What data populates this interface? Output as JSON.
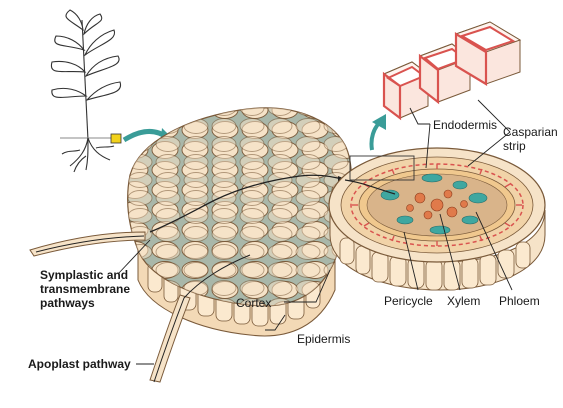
{
  "labels": {
    "endodermis": "Endodermis",
    "casparian_line1": "Casparian",
    "casparian_line2": "strip",
    "symplastic_line1": "Symplastic and",
    "symplastic_line2": "transmembrane",
    "symplastic_line3": "pathways",
    "cortex": "Cortex",
    "epidermis": "Epidermis",
    "pericycle": "Pericycle",
    "xylem": "Xylem",
    "phloem": "Phloem",
    "apoplast": "Apoplast pathway"
  },
  "colors": {
    "cell_fill": "#f6e3c8",
    "cell_stroke": "#7a5a3a",
    "epidermis_fill": "#fbe9cf",
    "intercellular": "#a9b7a9",
    "casparian_red": "#d9534f",
    "xylem": "#e07a4a",
    "phloem": "#3fa7a0",
    "arrow_teal": "#3a9c98",
    "plant_line": "#333333",
    "highlight_yellow": "#f2d21b"
  }
}
